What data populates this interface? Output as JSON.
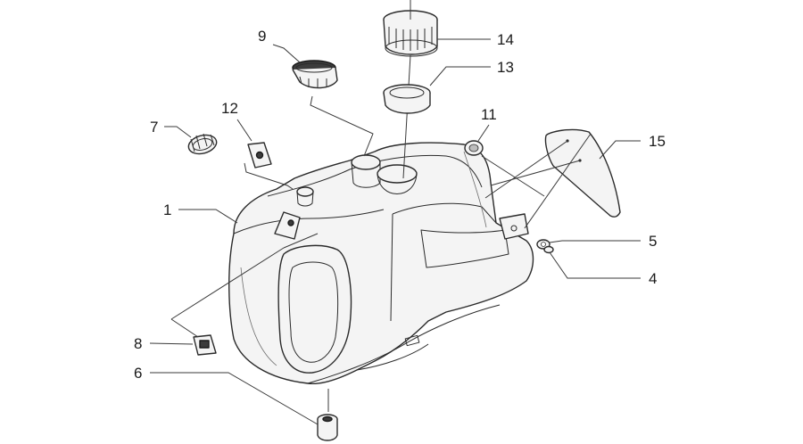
{
  "callouts": [
    {
      "id": "1",
      "label": "1"
    },
    {
      "id": "4",
      "label": "4"
    },
    {
      "id": "5",
      "label": "5"
    },
    {
      "id": "6",
      "label": "6"
    },
    {
      "id": "7",
      "label": "7"
    },
    {
      "id": "8",
      "label": "8"
    },
    {
      "id": "9",
      "label": "9"
    },
    {
      "id": "11",
      "label": "11"
    },
    {
      "id": "12",
      "label": "12"
    },
    {
      "id": "13",
      "label": "13"
    },
    {
      "id": "14",
      "label": "14"
    },
    {
      "id": "15",
      "label": "15"
    }
  ]
}
